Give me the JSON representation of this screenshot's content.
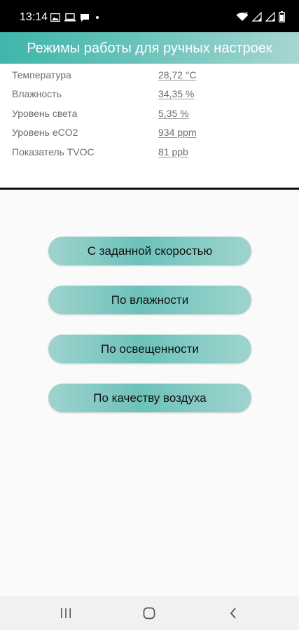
{
  "status_bar": {
    "time": "13:14",
    "left_icons": [
      "image-icon",
      "monitor-icon",
      "message-icon",
      "dot-icon"
    ],
    "right_icons": [
      "wifi-icon",
      "signal-icon",
      "signal-icon",
      "battery-icon"
    ]
  },
  "app_bar": {
    "title": "Режимы работы для ручных настроек"
  },
  "sensors": [
    {
      "label": "Температура",
      "value": "28,72 °C"
    },
    {
      "label": "Влажность",
      "value": "34,35 %"
    },
    {
      "label": "Уровень света",
      "value": "5,35 %"
    },
    {
      "label": "Уровень eCO2",
      "value": "934 ppm"
    },
    {
      "label": "Показатель TVOC",
      "value": "81 ppb"
    }
  ],
  "modes": [
    {
      "label": "С заданной скоростью"
    },
    {
      "label": "По влажности"
    },
    {
      "label": "По освещенности"
    },
    {
      "label": "По качеству воздуха"
    }
  ],
  "nav_bar": {
    "buttons": [
      "recent-apps-icon",
      "home-icon",
      "back-icon"
    ]
  },
  "colors": {
    "accent": "#4bb8ad",
    "button": "#8fcdc6",
    "status_bar": "#000000"
  }
}
